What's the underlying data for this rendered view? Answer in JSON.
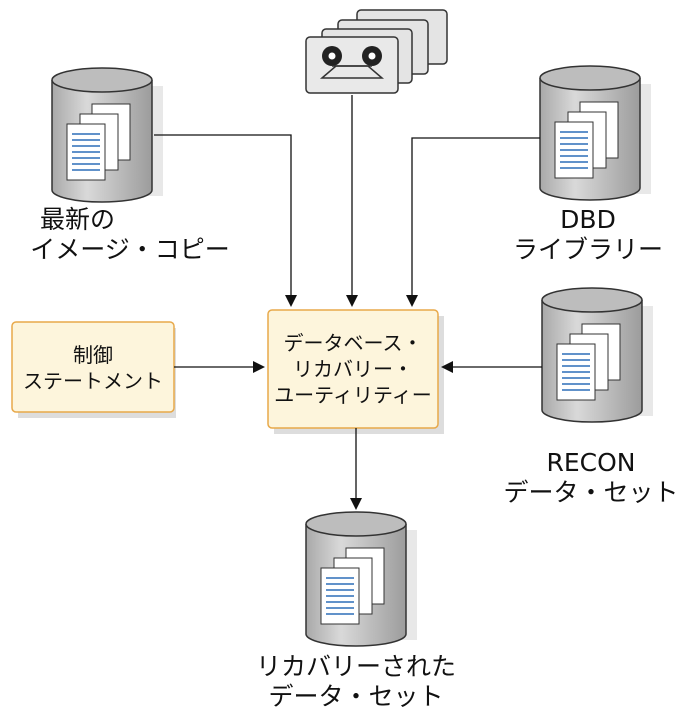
{
  "nodes": {
    "image_copy": {
      "line1": "最新の",
      "line2": "イメージ・コピー",
      "icon": "database-icon"
    },
    "log_tapes": {
      "icon": "tape-cartridge-icon"
    },
    "dbd_library": {
      "line1": "DBD",
      "line2": "ライブラリー",
      "icon": "database-icon"
    },
    "control_statements": {
      "line1": "制御",
      "line2": "ステートメント"
    },
    "recovery_utility": {
      "line1": "データベース・",
      "line2": "リカバリー・",
      "line3": "ユーティリティー"
    },
    "recon": {
      "line1": "RECON",
      "line2": "データ・セット",
      "icon": "database-icon"
    },
    "recovered_dataset": {
      "line1": "リカバリーされた",
      "line2": "データ・セット",
      "icon": "database-icon"
    }
  },
  "colors": {
    "box_fill": "#fdf5dc",
    "box_border": "#e8a94a",
    "cylinder_fill": "#c8c8c8",
    "doc_lines": "#2d6fb8",
    "shadow": "#d4d4d4"
  }
}
